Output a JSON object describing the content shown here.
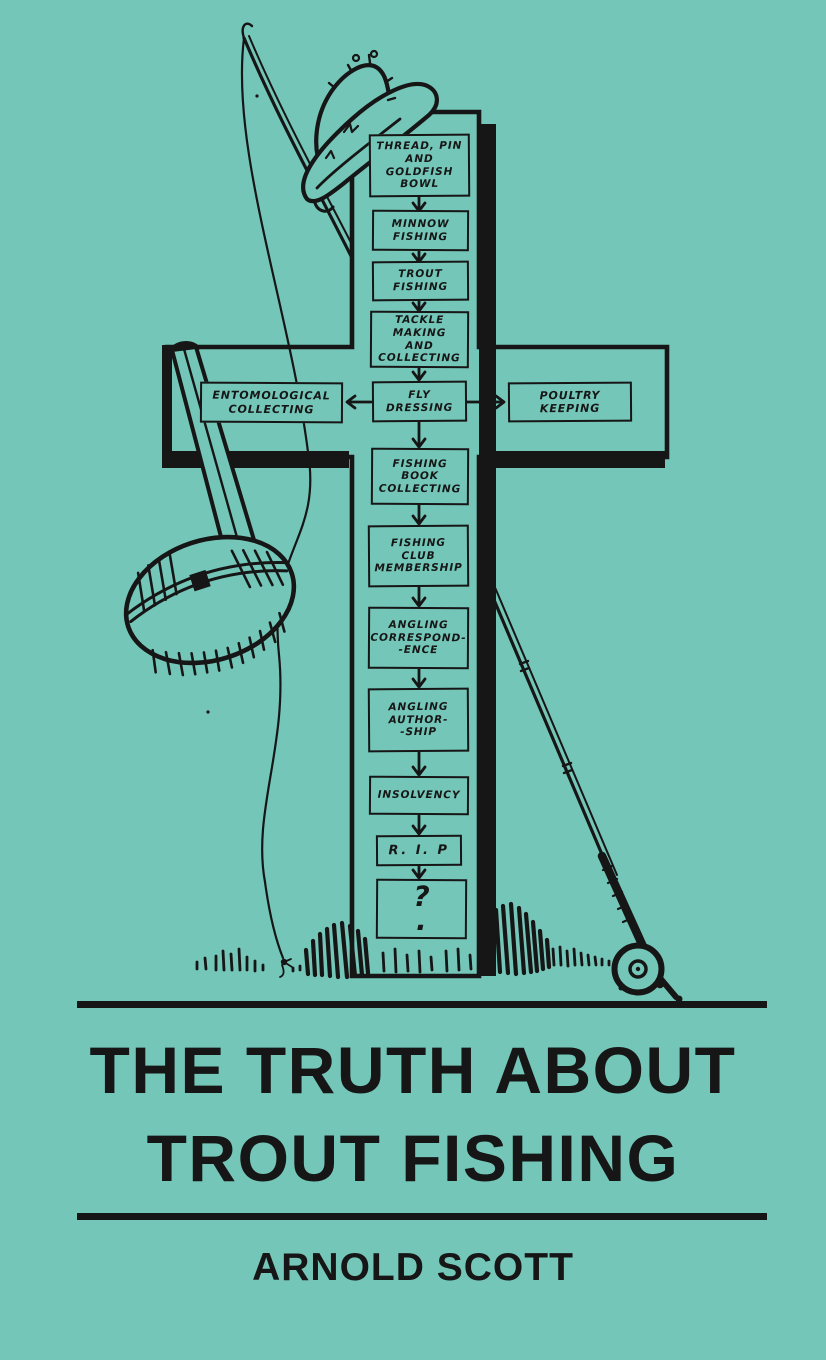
{
  "cover": {
    "background_color": "#74c6b8",
    "ink_color": "#161616",
    "title_line1": "THE TRUTH ABOUT",
    "title_line2": "TROUT FISHING",
    "author": "ARNOLD SCOTT"
  },
  "flowchart": {
    "steps": [
      {
        "label": "THREAD, PIN\nAND\nGOLDFISH\nBOWL"
      },
      {
        "label": "MINNOW\nFISHING"
      },
      {
        "label": "TROUT\nFISHING"
      },
      {
        "label": "TACKLE\nMAKING\nAND\nCOLLECTING"
      },
      {
        "label": "FLY\nDRESSING"
      },
      {
        "label": "FISHING\nBOOK\nCOLLECTING"
      },
      {
        "label": "FISHING\nCLUB\nMEMBERSHIP"
      },
      {
        "label": "ANGLING\nCORRESPOND-\n-ENCE"
      },
      {
        "label": "ANGLING\nAUTHOR-\n-SHIP"
      },
      {
        "label": "INSOLVENCY"
      },
      {
        "label": "R. I. P"
      },
      {
        "label": "?\n."
      }
    ],
    "branch_left": {
      "label": "ENTOMOLOGICAL\nCOLLECTING"
    },
    "branch_right": {
      "label": "POULTRY\nKEEPING"
    }
  },
  "illustration": {
    "elements": [
      "grave-cross",
      "fishing-hat-icon",
      "fishing-rod-icon",
      "fishing-line-icon",
      "fly-icon",
      "creel-basket-icon",
      "reel-icon",
      "grass-icon"
    ]
  }
}
